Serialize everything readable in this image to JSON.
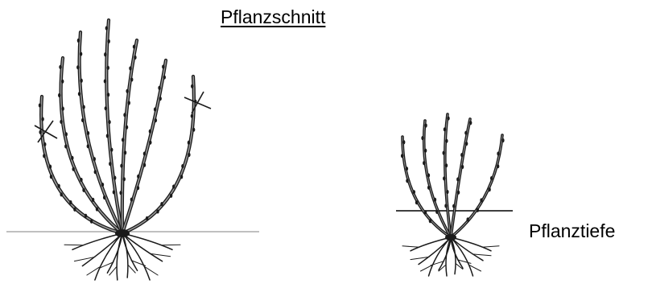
{
  "title": "Pflanzschnitt",
  "depth_label": "Pflanztiefe",
  "colors": {
    "ink": "#1a1a1a",
    "ground_line": "#9a9a9a",
    "depth_line": "#000000",
    "background": "#ffffff"
  },
  "icons": {
    "cut_mark": "x-cross-mark"
  }
}
